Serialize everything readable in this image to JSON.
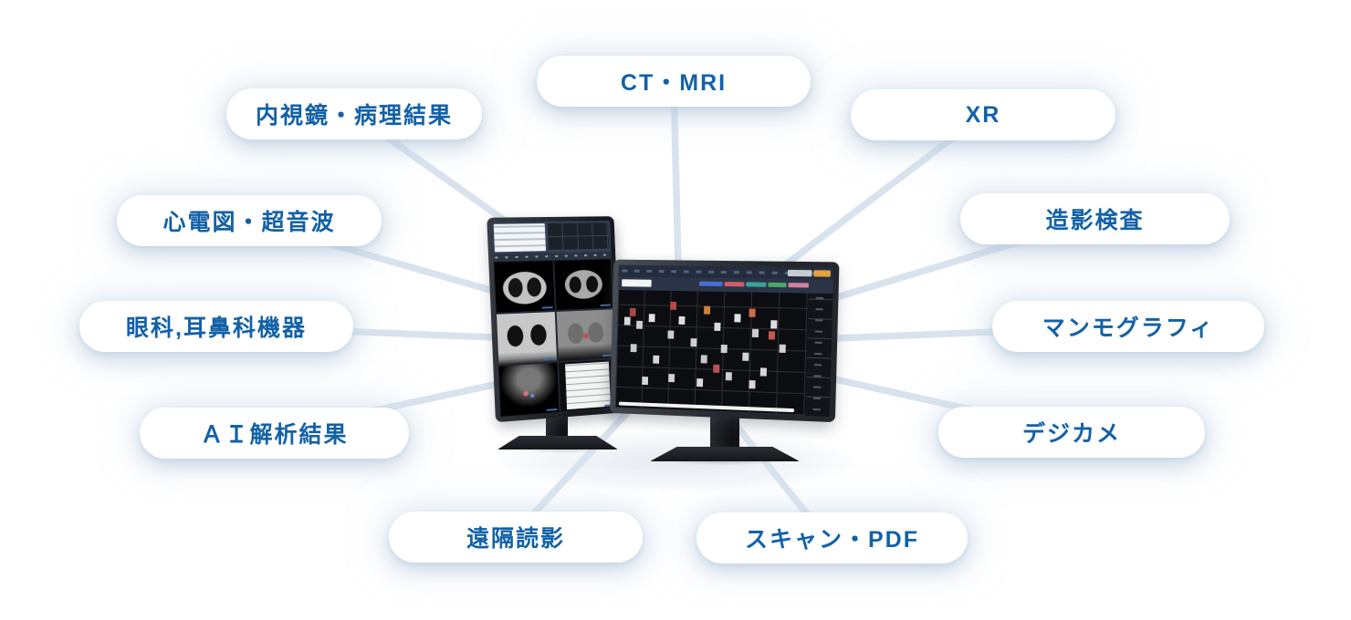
{
  "diagram": {
    "title": "medical-imaging-hub-diagram",
    "pills": [
      {
        "id": "ct-mri",
        "label": "CT・MRI"
      },
      {
        "id": "endoscopy-pathology",
        "label": "内視鏡・病理結果"
      },
      {
        "id": "xr",
        "label": "XR"
      },
      {
        "id": "ecg-ultrasound",
        "label": "心電図・超音波"
      },
      {
        "id": "contrast-exam",
        "label": "造影検査"
      },
      {
        "id": "ophthalmology-ent",
        "label": "眼科,耳鼻科機器"
      },
      {
        "id": "mammography",
        "label": "マンモグラフィ"
      },
      {
        "id": "ai-analysis",
        "label": "ＡＩ解析結果"
      },
      {
        "id": "digital-camera",
        "label": "デジカメ"
      },
      {
        "id": "remote-reading",
        "label": "遠隔読影"
      },
      {
        "id": "scan-pdf",
        "label": "スキャン・PDF"
      }
    ],
    "colors": {
      "pill_text": "#1261a8",
      "pill_background": "#ffffff",
      "connector_line": "#d9e3ee",
      "background": "#ffffff"
    }
  }
}
